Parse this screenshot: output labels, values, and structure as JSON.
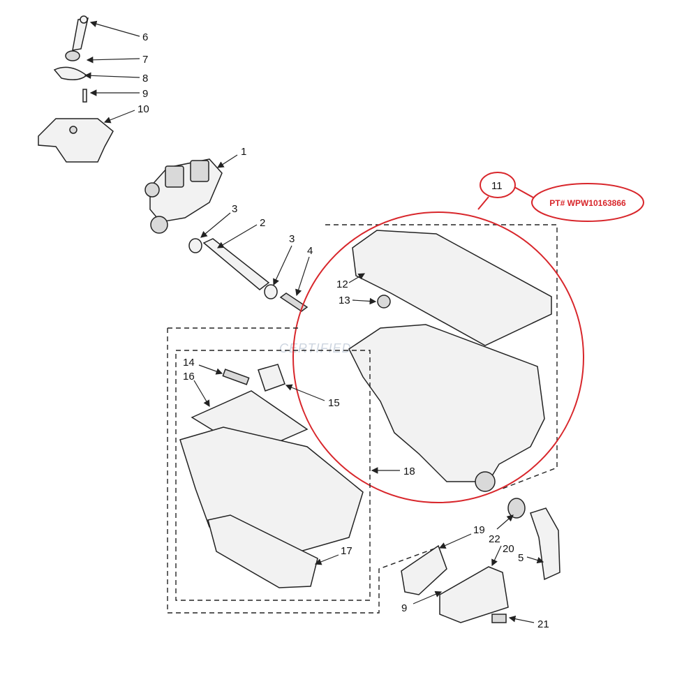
{
  "watermark": "CERTIFIED-PARTS.COM",
  "highlight": {
    "callout_number": "11",
    "part_number": "PT# WPW10163866",
    "color": "#d8262b"
  },
  "callouts": [
    {
      "id": "c6",
      "text": "6"
    },
    {
      "id": "c7",
      "text": "7"
    },
    {
      "id": "c8",
      "text": "8"
    },
    {
      "id": "c9a",
      "text": "9"
    },
    {
      "id": "c10",
      "text": "10"
    },
    {
      "id": "c1",
      "text": "1"
    },
    {
      "id": "c3a",
      "text": "3"
    },
    {
      "id": "c2",
      "text": "2"
    },
    {
      "id": "c3b",
      "text": "3"
    },
    {
      "id": "c4",
      "text": "4"
    },
    {
      "id": "c12",
      "text": "12"
    },
    {
      "id": "c13",
      "text": "13"
    },
    {
      "id": "c14",
      "text": "14"
    },
    {
      "id": "c16",
      "text": "16"
    },
    {
      "id": "c15",
      "text": "15"
    },
    {
      "id": "c18",
      "text": "18"
    },
    {
      "id": "c17",
      "text": "17"
    },
    {
      "id": "c19",
      "text": "19"
    },
    {
      "id": "c22",
      "text": "22"
    },
    {
      "id": "c20",
      "text": "20"
    },
    {
      "id": "c5",
      "text": "5"
    },
    {
      "id": "c9b",
      "text": "9"
    },
    {
      "id": "c21",
      "text": "21"
    }
  ]
}
